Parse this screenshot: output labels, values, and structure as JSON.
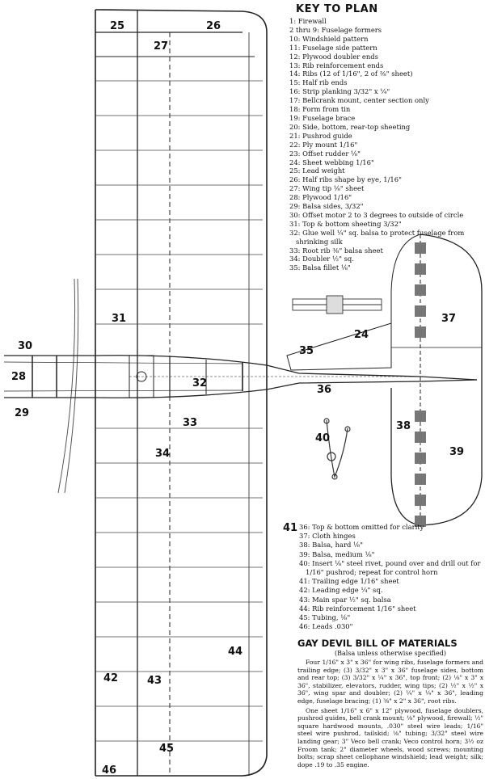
{
  "key_title": "KEY TO PLAN",
  "key_items": [
    "1: Firewall",
    "2 thru 9: Fuselage formers",
    "10: Windshield pattern",
    "11: Fuselage side pattern",
    "12: Plywood doubler ends",
    "13: Rib reinforcement ends",
    "14: Ribs (12 of 1/16\", 2 of ⅜\" sheet)",
    "15: Half rib ends",
    "16: Strip planking 3/32\" x ¼\"",
    "17: Bellcrank mount, center section only",
    "18: Form from tin",
    "19: Fuselage brace",
    "20: Side, bottom, rear-top sheeting",
    "21: Pushrod guide",
    "22: Ply mount 1/16\"",
    "23: Offset rudder ⅛\"",
    "24: Sheet webbing 1/16\"",
    "25: Lead weight",
    "26: Half ribs shape by eye, 1/16\"",
    "27: Wing tip ⅛\" sheet",
    "28: Plywood 1/16\"",
    "29: Balsa sides, 3/32\"",
    "30: Offset motor 2 to 3 degrees to outside of circle",
    "31: Top & bottom sheeting 3/32\"",
    "32: Glue well ¼\" sq. balsa to protect fuselage from shrinking silk",
    "33: Root rib ⅜\" balsa sheet",
    "34: Doubler ½\" sq.",
    "35: Balsa fillet ⅛\""
  ],
  "key_items_2": [
    "36: Top & bottom omitted for clarity",
    "37: Cloth hinges",
    "38: Balsa, hard ⅛\"",
    "39: Balsa, medium ⅛\"",
    "40: Insert ⅛\" steel rivet, pound over and drill out for 1/16\" pushrod; repeat for control horn",
    "41: Trailing edge 1/16\" sheet",
    "42: Leading edge ¼\" sq.",
    "43: Main spar ½\" sq. balsa",
    "44: Rib reinforcement 1/16\" sheet",
    "45: Tubing, ⅛\"",
    "46: Leads .030\""
  ],
  "bom_title": "GAY DEVIL BILL OF MATERIALS",
  "bom_subtitle": "(Balsa unless otherwise specified)",
  "bom_paragraphs": [
    "Four 1/16\" x 3\" x 36\" for wing ribs, fuselage formers and trailing edge; (3) 3/32\" x 3\" x 36\" fuselage sides, bottom and rear top; (3) 3/32\" x ¼\" x 36\", top front; (2) ⅛\" x 3\" x 36\", stabilizer, elevators, rudder, wing tips; (2) ½\" x ½\" x 36\", wing spar and doubler; (2) ¼\" x ¼\" x 36\", leading edge, fuselage bracing; (1) ⅜\" x 2\" x 36\", root ribs.",
    "One sheet 1/16\" x 6\" x 12\" plywood, fuselage doublers, pushrod guides, bell crank mount; ⅛\" plywood, firewall; ½\" square hardwood mounts, .030\" steel wire leads; 1/16\" steel wire pushrod, tailskid; ⅛\" tubing; 3/32\" steel wire landing gear; 3\" Veco bell crank; Veco control horn; 3½ oz Froom tank; 2\" diameter wheels, wood screws; mounting bolts; scrap sheet cellophane windshield; lead weight; silk; dope .19 to .35 engine."
  ],
  "callouts": {
    "c24": "24",
    "c25": "25",
    "c26": "26",
    "c27": "27",
    "c28": "28",
    "c29": "29",
    "c30": "30",
    "c31": "31",
    "c32": "32",
    "c33": "33",
    "c34": "34",
    "c35": "35",
    "c36": "36",
    "c37": "37",
    "c38": "38",
    "c39": "39",
    "c40": "40",
    "c41": "41",
    "c42": "42",
    "c43": "43",
    "c44": "44",
    "c45": "45",
    "c46": "46"
  }
}
